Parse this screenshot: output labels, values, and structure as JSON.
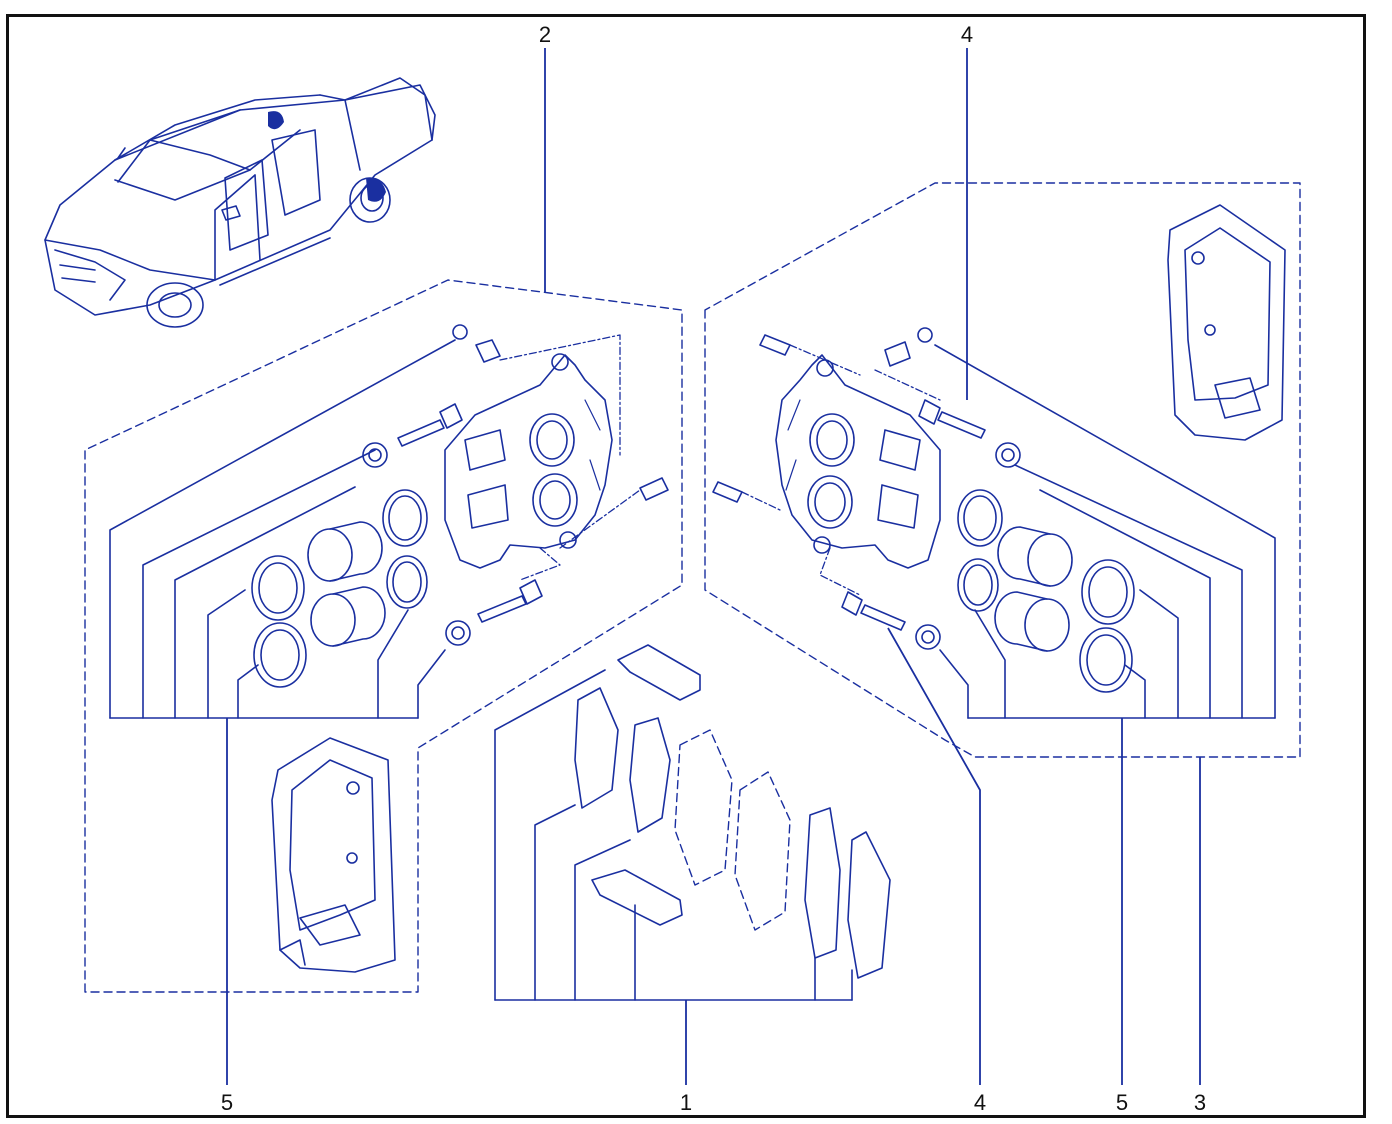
{
  "diagram": {
    "callouts": {
      "top_left": "2",
      "top_right": "4",
      "bottom_1": "5",
      "bottom_2": "1",
      "bottom_3": "4",
      "bottom_4": "5",
      "bottom_5": "3"
    },
    "colors": {
      "line": "#1a2fa0",
      "frame": "#111111"
    }
  }
}
